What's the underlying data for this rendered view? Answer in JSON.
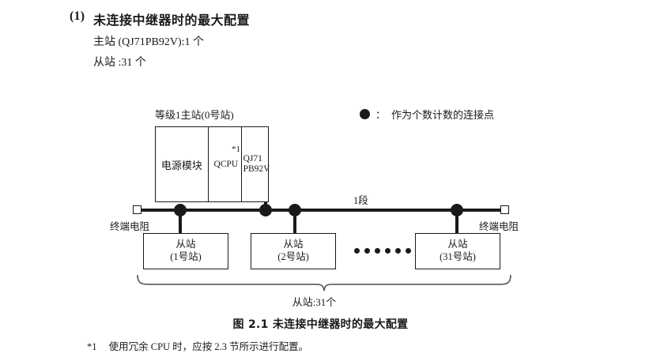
{
  "heading": {
    "number": "(1)",
    "title": "未连接中继器时的最大配置",
    "spec_master": "主站 (QJ71PB92V):1 个",
    "spec_slave": "从站 :31 个"
  },
  "legend": {
    "symbol": "dot-icon",
    "separator": "：",
    "text": "作为个数计数的连接点"
  },
  "diagram": {
    "master_label": "等级1主站(0号站)",
    "module": {
      "power_supply": "电源模块",
      "cpu": "QCPU",
      "cpu_footnote_mark": "*1",
      "network_card_line1": "QJ71",
      "network_card_line2": "PB92V"
    },
    "bus": {
      "segment_label": "1段",
      "terminator_left": "终端电阻",
      "terminator_right": "终端电阻"
    },
    "slaves": [
      {
        "name": "从站",
        "station": "(1号站)"
      },
      {
        "name": "从站",
        "station": "(2号站)"
      },
      {
        "name": "从站",
        "station": "(31号站)"
      }
    ],
    "ellipsis_dot_count": 6,
    "brace_label": "从站:31个"
  },
  "caption": "图 2.1  未连接中继器时的最大配置",
  "footnote": {
    "mark": "*1",
    "text": "使用冗余 CPU 时，应按 2.3 节所示进行配置。"
  },
  "colors": {
    "ink": "#1a1a1a",
    "paper": "#ffffff"
  }
}
